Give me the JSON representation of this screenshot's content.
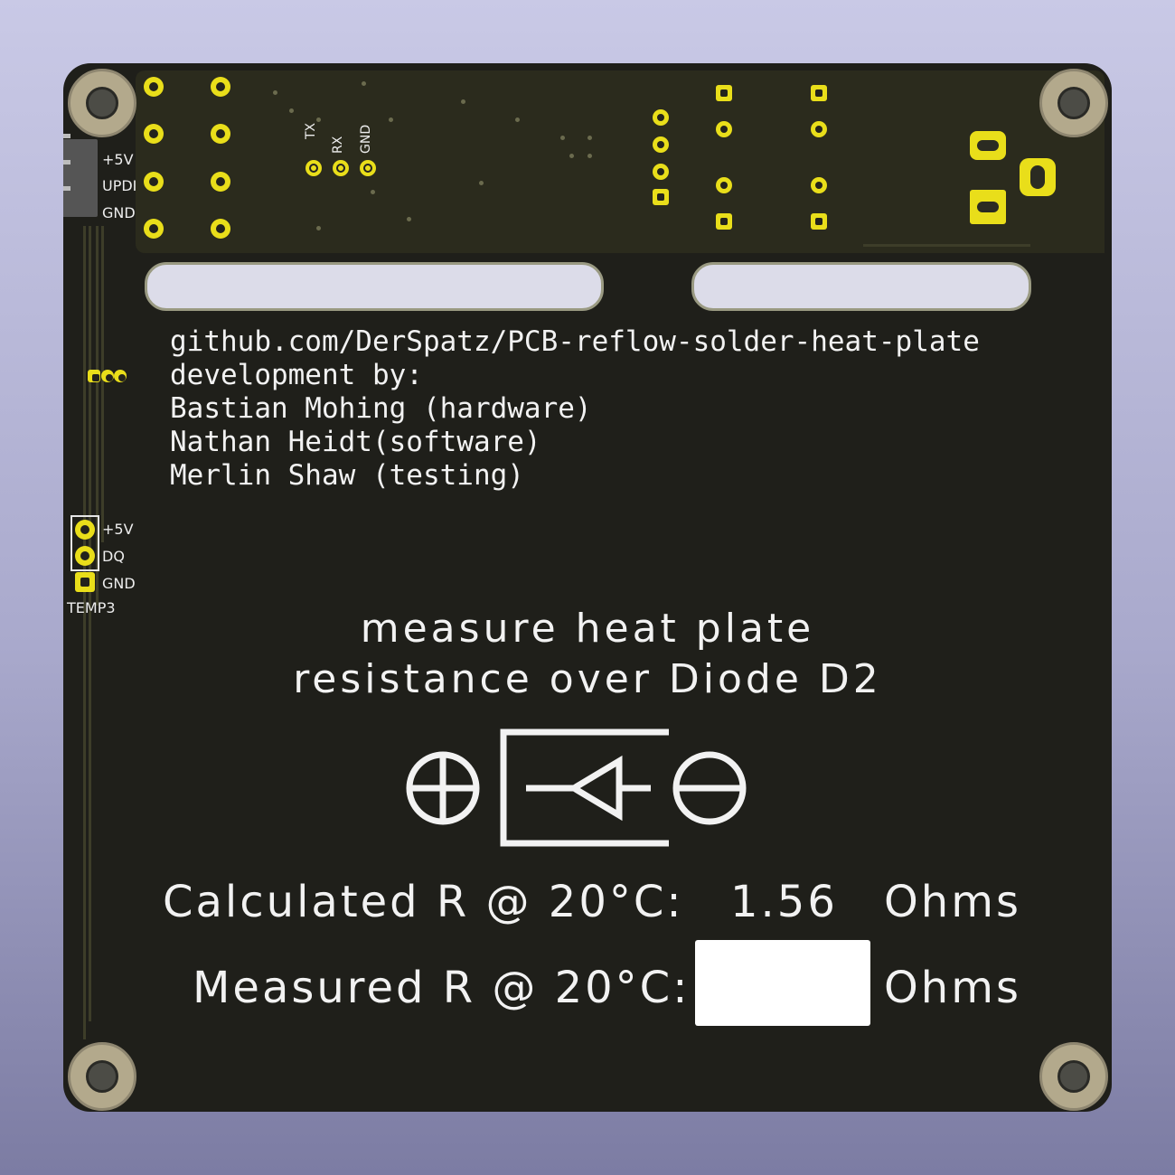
{
  "board": {
    "prog_header_labels": [
      "+5V",
      "UPDI",
      "GND"
    ],
    "serial_labels": [
      "TX",
      "RX",
      "GND"
    ],
    "temp_header_labels": [
      "+5V",
      "DQ",
      "GND"
    ],
    "temp_header_ref": "TEMP3",
    "silkscreen_colors": {
      "board": "#1f1f1a",
      "copper_pad": "#e9de1a",
      "silk": "#f2f2f2"
    }
  },
  "credits": {
    "line1": "github.com/DerSpatz/PCB-reflow-solder-heat-plate",
    "line2": "development by:",
    "line3": "Bastian Mohing (hardware)",
    "line4": "Nathan Heidt(software)",
    "line5": "Merlin Shaw (testing)"
  },
  "measure": {
    "line1": "measure heat plate",
    "line2": "resistance over Diode D2",
    "plus_icon": "plus-circle-icon",
    "diode_icon": "diode-icon",
    "minus_icon": "minus-circle-icon"
  },
  "resistance": {
    "calc_label": "Calculated R @ 20°C:",
    "calc_value": "1.56",
    "calc_unit": "Ohms",
    "meas_label": "Measured R @ 20°C:",
    "meas_value": "",
    "meas_unit": "Ohms"
  }
}
